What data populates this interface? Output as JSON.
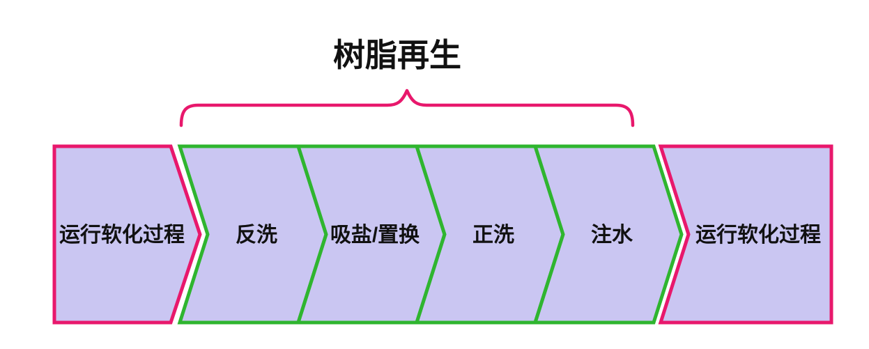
{
  "title": "树脂再生",
  "colors": {
    "fill": "#cac6f2",
    "pink": "#e8186c",
    "green": "#2fb52f",
    "text": "#111111",
    "background": "#ffffff"
  },
  "steps": [
    {
      "label": "运行软化过程",
      "border": "pink"
    },
    {
      "label": "反洗",
      "border": "green"
    },
    {
      "label": "吸盐/置换",
      "border": "green"
    },
    {
      "label": "正洗",
      "border": "green"
    },
    {
      "label": "注水",
      "border": "green"
    },
    {
      "label": "运行软化过程",
      "border": "pink"
    }
  ]
}
